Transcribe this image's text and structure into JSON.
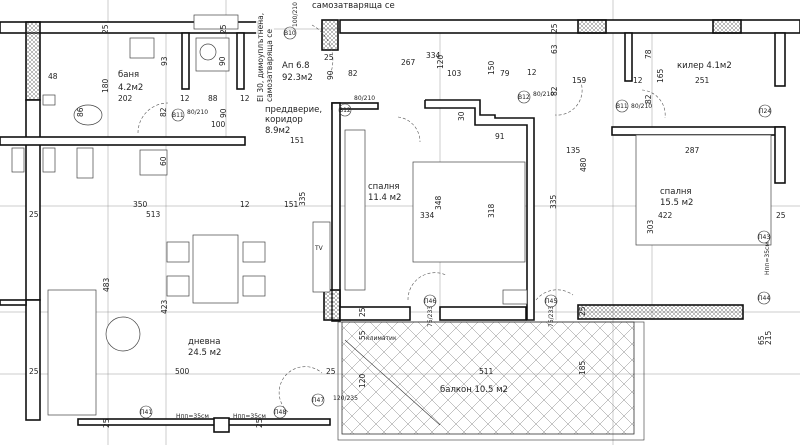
{
  "plan": {
    "apartment": {
      "name": "Ап 6.8",
      "area": "92.3м2"
    },
    "top_note": "самозатваряща се",
    "entry_door_note": "EI 30, димоуплътнена, самозатваряща се",
    "rooms": [
      {
        "name": "баня",
        "area": "4.2м2"
      },
      {
        "name": "преддверие,",
        "name2": "коридор",
        "area": "8.9м2"
      },
      {
        "name": "спалня",
        "area": "11.4 м2"
      },
      {
        "name": "килер 4.1м2"
      },
      {
        "name": "спалня",
        "area": "15.5 м2"
      },
      {
        "name": "дневна",
        "area": "24.5 м2"
      },
      {
        "name": "балкон 10.5 м2"
      }
    ],
    "fixtures": {
      "tv": "TV",
      "ac": "климатик"
    },
    "door_tags": [
      "В10",
      "В11",
      "В12",
      "В12",
      "В11",
      "П24",
      "П43",
      "П44",
      "П41",
      "П48",
      "П47",
      "П46",
      "П45"
    ],
    "door_sizes": [
      "100/210",
      "80/210",
      "80/210",
      "80/210",
      "80/210",
      "120/235",
      "75/233",
      "75/233"
    ],
    "sill_notes": [
      "Нпп=35см",
      "Нпп=35см",
      "Нпп=35см"
    ],
    "dimensions": [
      "25",
      "25",
      "48",
      "180",
      "202",
      "93",
      "90",
      "12",
      "88",
      "12",
      "86",
      "82",
      "90",
      "100",
      "151",
      "60",
      "350",
      "513",
      "12",
      "151",
      "335",
      "25",
      "25",
      "90",
      "82",
      "25",
      "334",
      "267",
      "120",
      "103",
      "150",
      "79",
      "12",
      "63",
      "159",
      "82",
      "78",
      "12",
      "165",
      "251",
      "82",
      "30",
      "91",
      "135",
      "480",
      "287",
      "348",
      "334",
      "318",
      "335",
      "422",
      "25",
      "303",
      "483",
      "423",
      "500",
      "25",
      "25",
      "25",
      "55",
      "120",
      "25",
      "25",
      "25",
      "511",
      "185",
      "65",
      "215"
    ]
  }
}
